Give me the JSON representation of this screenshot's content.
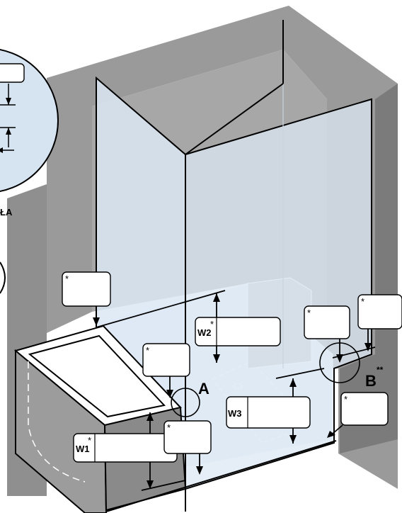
{
  "labels": {
    "detail_a": "A",
    "detail_b": "B",
    "detail_b_note": "**",
    "detail_circle_caption": "ŁA",
    "w1": "W1",
    "w2": "W2",
    "w3": "W3",
    "asterisk": "*"
  },
  "colors": {
    "wall": "#9a9a9a",
    "wall_dark": "#7b7b7b",
    "glass": "#dce8f4",
    "glass_stroke": "#000000",
    "detail_fill": "#d6e4f2"
  }
}
